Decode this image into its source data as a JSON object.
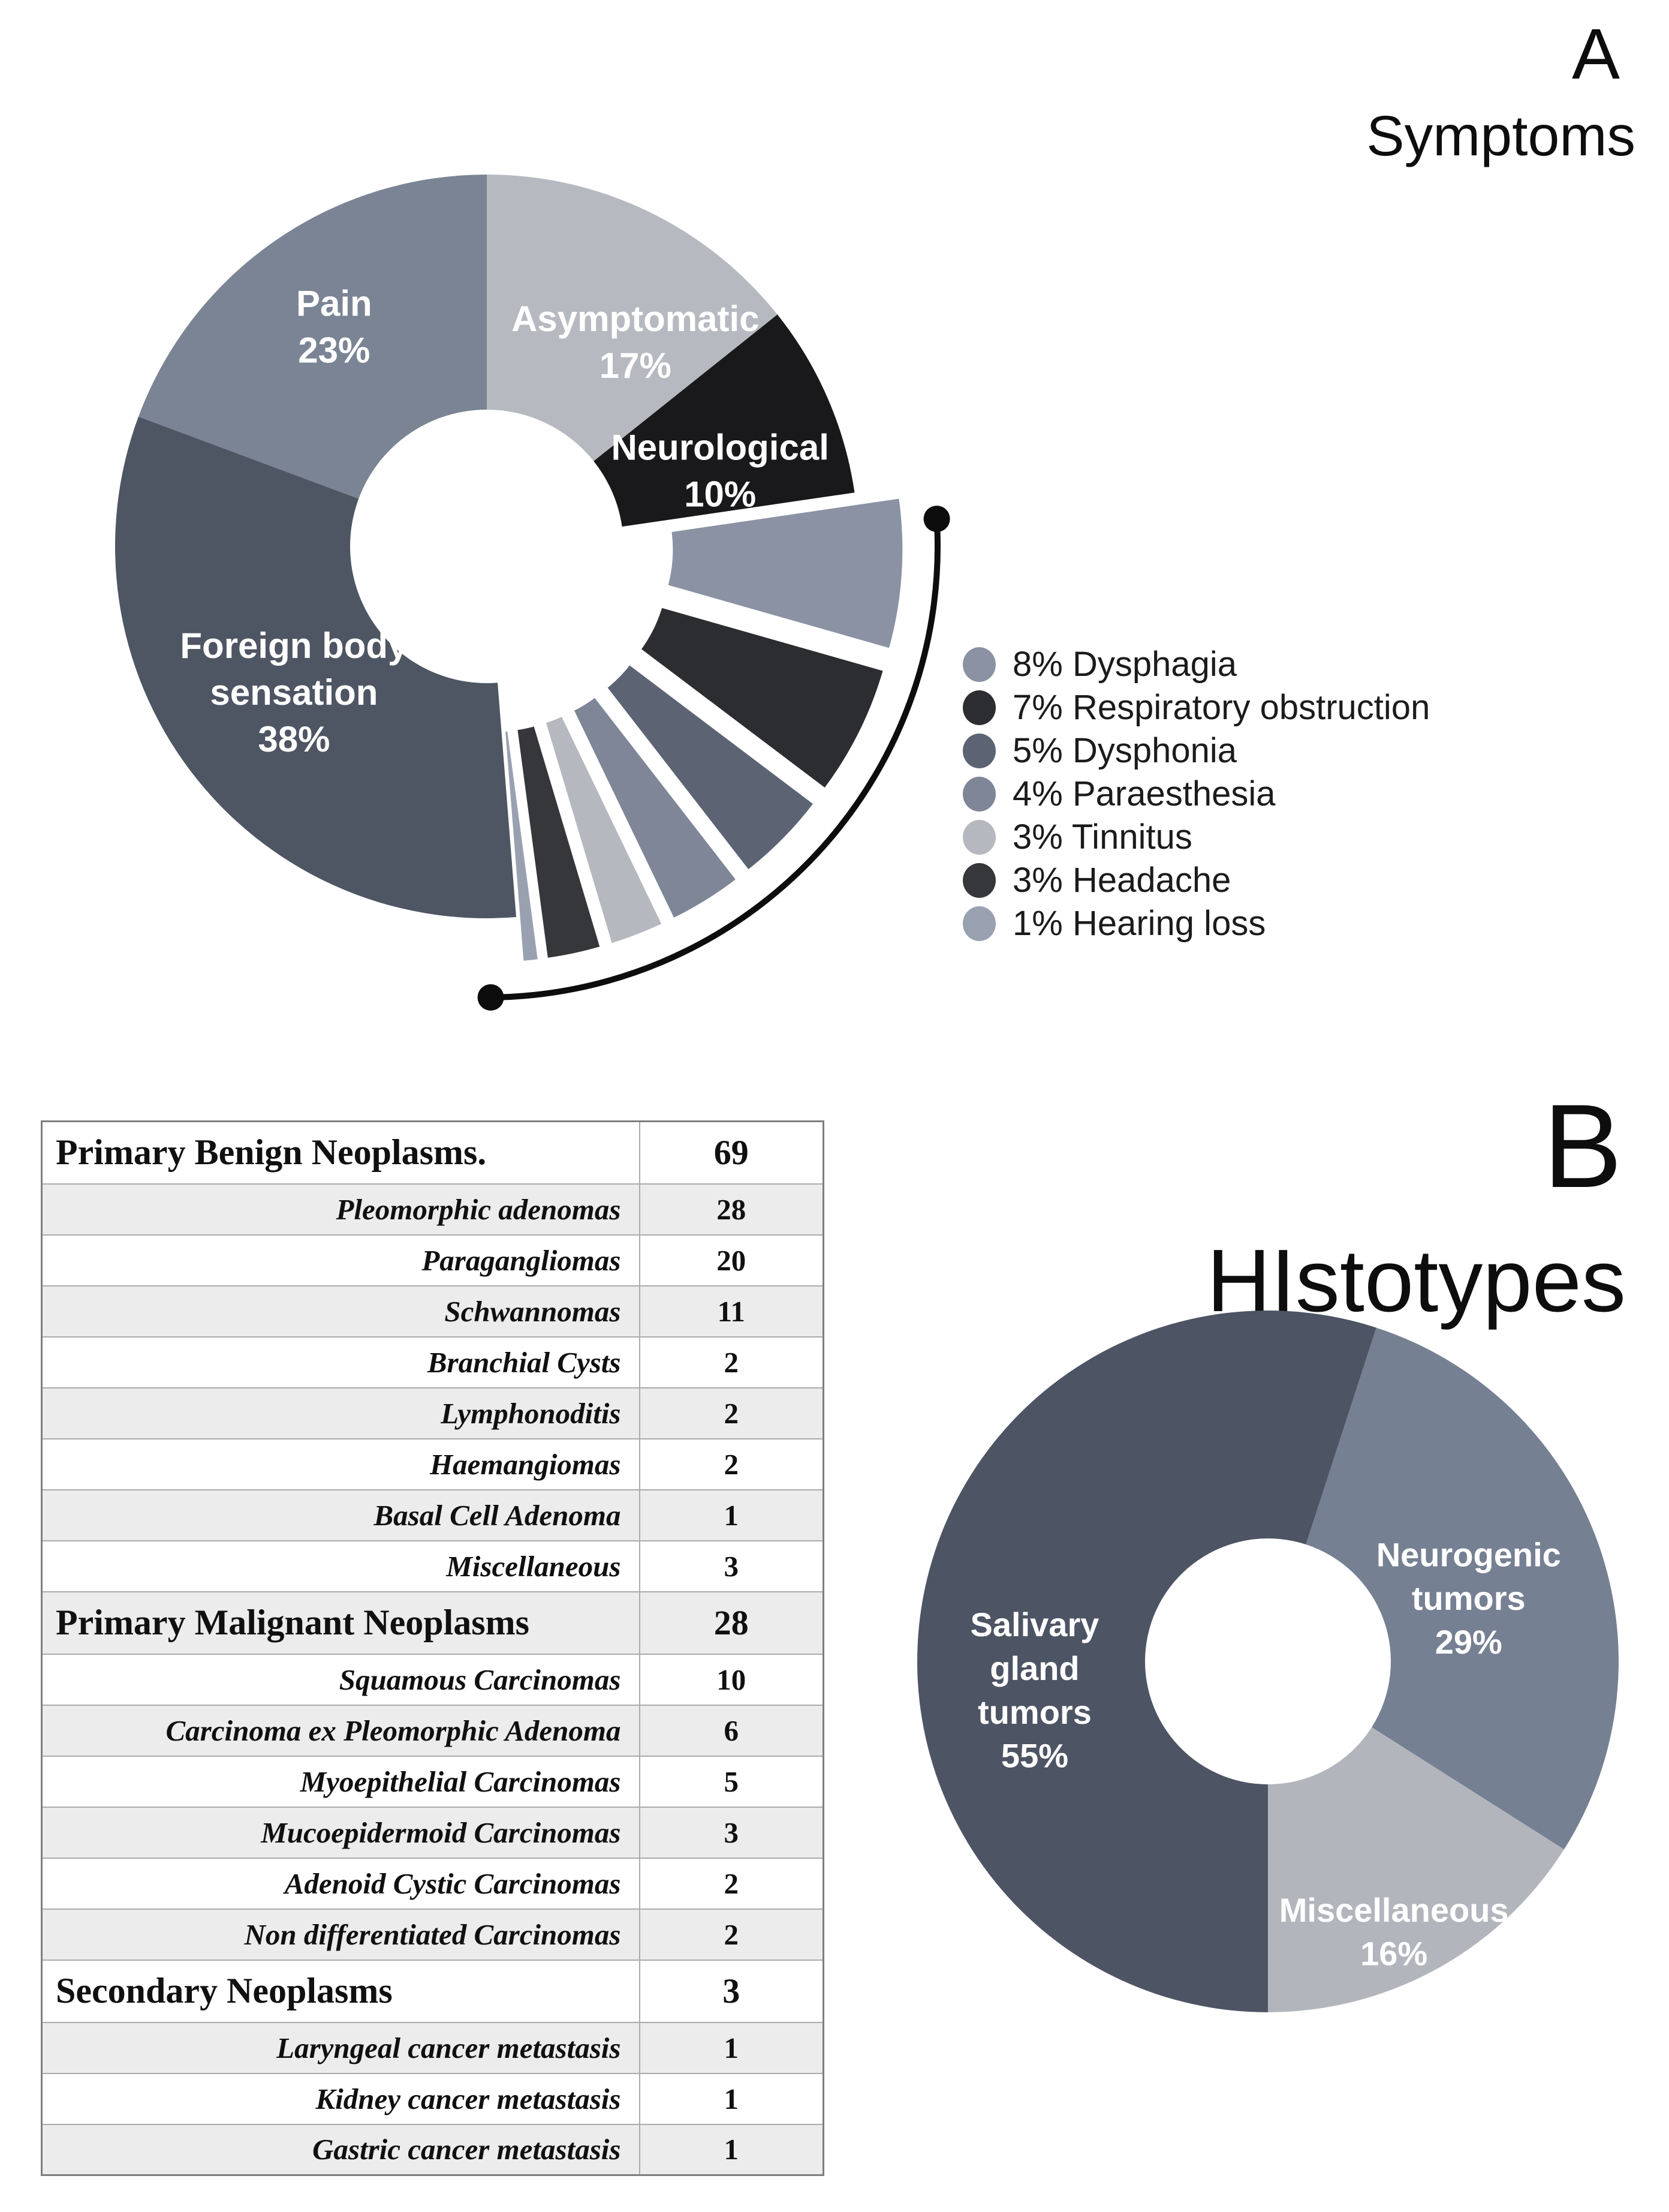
{
  "panels": {
    "a": {
      "label": "A",
      "title": "Symptoms"
    },
    "b": {
      "label": "B",
      "title": "HIstotypes"
    }
  },
  "chart_data": [
    {
      "id": "symptoms",
      "type": "pie",
      "subtype": "donut",
      "title": "Symptoms",
      "panel": "A",
      "start_angle": 0,
      "legend_position": "right",
      "note_total_percent": 119,
      "slices": [
        {
          "label": "Asymptomatic",
          "value": 17,
          "color": "#b6bac0",
          "exploded": false,
          "label_lines": [
            "Asymptomatic",
            "17%"
          ],
          "label_angle": 36,
          "label_r": 0.68
        },
        {
          "label": "Neurological",
          "value": 10,
          "color": "#19191b",
          "exploded": false,
          "label_lines": [
            "Neurological",
            "10%"
          ],
          "label_angle": 72,
          "label_r": 0.66
        },
        {
          "label": "Dysphagia",
          "value": 8,
          "color": "#8a92a4",
          "exploded": true
        },
        {
          "label": "Respiratory obstruction",
          "value": 7,
          "color": "#2c2d30",
          "exploded": true
        },
        {
          "label": "Dysphonia",
          "value": 5,
          "color": "#5c6474",
          "exploded": true
        },
        {
          "label": "Paraesthesia",
          "value": 4,
          "color": "#7e8697",
          "exploded": true
        },
        {
          "label": "Tinnitus",
          "value": 3,
          "color": "#b5b9bf",
          "exploded": true
        },
        {
          "label": "Headache",
          "value": 3,
          "color": "#36373b",
          "exploded": true
        },
        {
          "label": "Hearing loss",
          "value": 1,
          "color": "#99a1b1",
          "exploded": true
        },
        {
          "label": "Foreign body sensation",
          "value": 38,
          "color": "#4e5563",
          "exploded": false,
          "label_lines": [
            "Foreign body",
            "sensation",
            "38%"
          ],
          "label_r": 0.65
        },
        {
          "label": "Pain",
          "value": 23,
          "color": "#7b8494",
          "exploded": false,
          "label_lines": [
            "Pain",
            "23%"
          ],
          "label_r": 0.72
        }
      ],
      "legend": [
        {
          "value": "8%",
          "label": "Dysphagia",
          "color": "#8a92a4"
        },
        {
          "value": "7%",
          "label": "Respiratory obstruction",
          "color": "#2c2d30"
        },
        {
          "value": "5%",
          "label": "Dysphonia",
          "color": "#5c6474"
        },
        {
          "value": "4%",
          "label": "Paraesthesia",
          "color": "#7e8697"
        },
        {
          "value": "3%",
          "label": "Tinnitus",
          "color": "#b5b9bf"
        },
        {
          "value": "3%",
          "label": "Headache",
          "color": "#36373b"
        },
        {
          "value": "1%",
          "label": "Hearing loss",
          "color": "#99a1b1"
        }
      ],
      "bracket": {
        "start": 86.5,
        "end": 179.5
      }
    },
    {
      "id": "histotypes",
      "type": "pie",
      "subtype": "donut",
      "title": "HIstotypes",
      "panel": "B",
      "start_angle": 18,
      "slices": [
        {
          "label": "Neurogenic tumors",
          "value": 29,
          "color": "#768093",
          "exploded": false,
          "label_lines": [
            "Neurogenic",
            "tumors",
            "29%"
          ],
          "label_angle": 72.5,
          "label_r": 0.6
        },
        {
          "label": "Miscellaneous",
          "value": 16,
          "color": "#b2b6bc",
          "exploded": false,
          "label_lines": [
            "Miscellaneous",
            "16%"
          ],
          "label_angle": 155,
          "label_r": 0.85
        },
        {
          "label": "Salivary gland tumors",
          "value": 55,
          "color": "#4d5464",
          "exploded": false,
          "label_lines": [
            "Salivary",
            "gland",
            "tumors",
            "55%"
          ],
          "label_angle": 263,
          "label_r": 0.67
        }
      ]
    }
  ],
  "table": {
    "rows": [
      {
        "name": "Primary Benign Neoplasms.",
        "count": "69",
        "type": "header"
      },
      {
        "name": "Pleomorphic adenomas",
        "count": "28",
        "type": "sub"
      },
      {
        "name": "Paragangliomas",
        "count": "20",
        "type": "sub"
      },
      {
        "name": "Schwannomas",
        "count": "11",
        "type": "sub"
      },
      {
        "name": "Branchial Cysts",
        "count": "2",
        "type": "sub"
      },
      {
        "name": "Lymphonoditis",
        "count": "2",
        "type": "sub"
      },
      {
        "name": "Haemangiomas",
        "count": "2",
        "type": "sub"
      },
      {
        "name": "Basal Cell Adenoma",
        "count": "1",
        "type": "sub"
      },
      {
        "name": "Miscellaneous",
        "count": "3",
        "type": "sub"
      },
      {
        "name": "Primary Malignant Neoplasms",
        "count": "28",
        "type": "header"
      },
      {
        "name": "Squamous Carcinomas",
        "count": "10",
        "type": "sub"
      },
      {
        "name": "Carcinoma ex Pleomorphic Adenoma",
        "count": "6",
        "type": "sub"
      },
      {
        "name": "Myoepithelial Carcinomas",
        "count": "5",
        "type": "sub"
      },
      {
        "name": "Mucoepidermoid Carcinomas",
        "count": "3",
        "type": "sub"
      },
      {
        "name": "Adenoid Cystic Carcinomas",
        "count": "2",
        "type": "sub"
      },
      {
        "name": "Non differentiated Carcinomas",
        "count": "2",
        "type": "sub"
      },
      {
        "name": "Secondary Neoplasms",
        "count": "3",
        "type": "header"
      },
      {
        "name": "Laryngeal cancer metastasis",
        "count": "1",
        "type": "sub"
      },
      {
        "name": "Kidney cancer metastasis",
        "count": "1",
        "type": "sub"
      },
      {
        "name": "Gastric cancer metastasis",
        "count": "1",
        "type": "sub"
      }
    ]
  },
  "colors": {
    "background": "#ffffff",
    "bracket": "#0d0d0d",
    "table_alt_row": "#ececec",
    "table_border": "#ababab",
    "slice_label_text": "#ffffff",
    "legend_text": "#1b1b1b"
  }
}
